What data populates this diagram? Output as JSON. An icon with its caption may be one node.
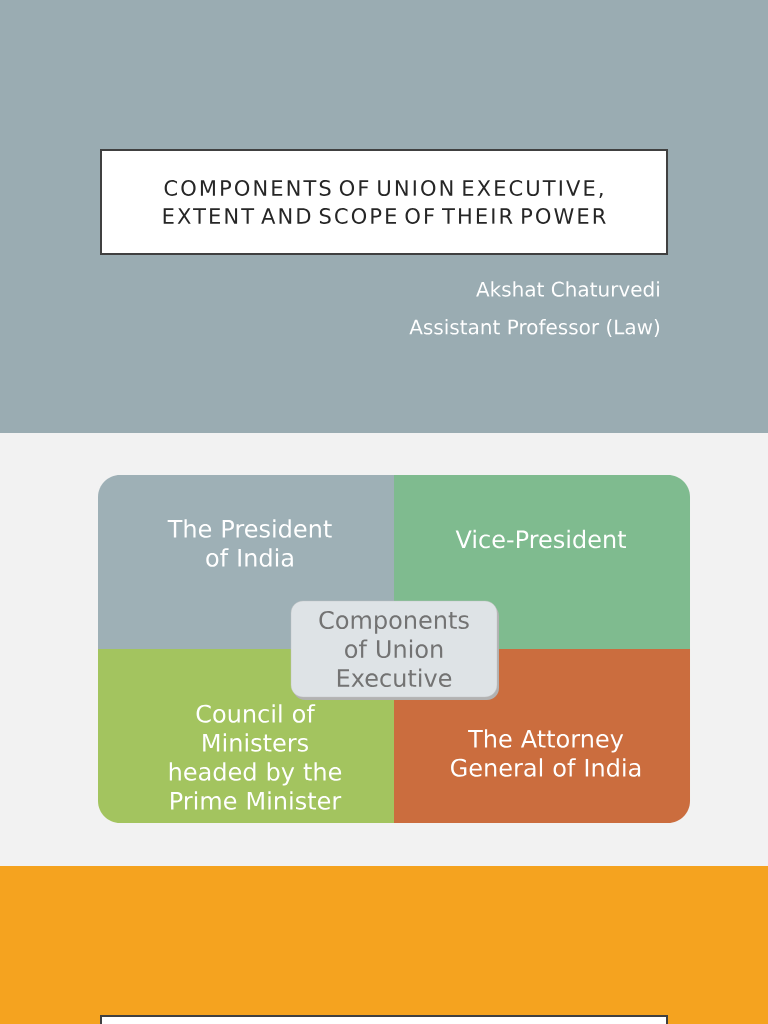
{
  "diagram": {
    "title": "COMPONENTS OF UNION EXECUTIVE, EXTENT AND SCOPE OF THEIR POWER",
    "nodes": [
      {
        "text": [
          "The President of India"
        ]
      },
      {
        "text": [
          "Vice-President"
        ]
      },
      {
        "text": [
          "Council of Ministers headed by the Prime Minister"
        ]
      },
      {
        "text": [
          "The Attorney General of India"
        ]
      },
      {
        "text": [
          "Components of Union Executive"
        ]
      },
      {
        "text": [],
        "shape": "box"
      }
    ],
    "labels": [
      "Akshat Chaturvedi",
      "Assistant Professor (Law)"
    ]
  }
}
